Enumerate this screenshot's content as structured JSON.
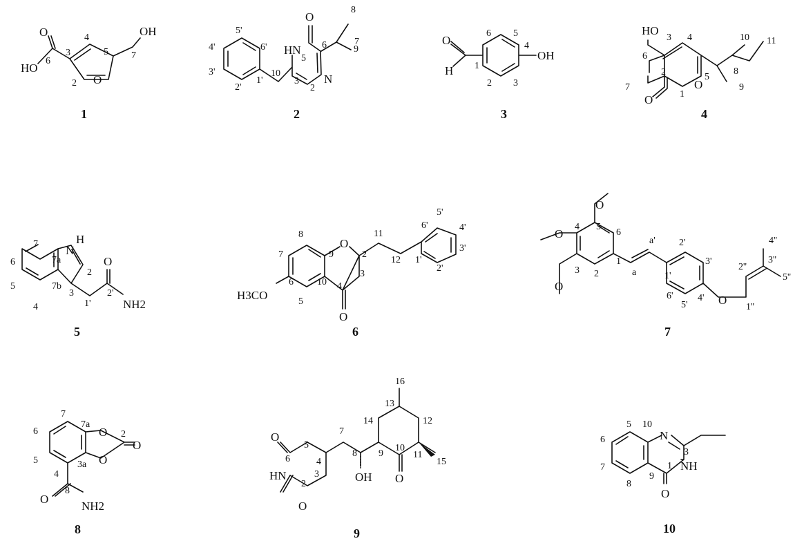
{
  "compounds": [
    {
      "number": "1",
      "atoms": [
        "HO",
        "O",
        "OH",
        "O"
      ],
      "positions": [
        "6",
        "3",
        "4",
        "5",
        "2",
        "7"
      ]
    },
    {
      "number": "2",
      "atoms": [
        "O",
        "HN",
        "N"
      ],
      "positions": [
        "5'",
        "4'",
        "6'",
        "3'",
        "2'",
        "1'",
        "10",
        "3",
        "5",
        "6",
        "7",
        "8",
        "9",
        "2"
      ]
    },
    {
      "number": "3",
      "atoms": [
        "O",
        "H",
        "OH"
      ],
      "positions": [
        "6",
        "5",
        "4",
        "1",
        "2",
        "3"
      ]
    },
    {
      "number": "4",
      "atoms": [
        "HO",
        "O",
        "O"
      ],
      "positions": [
        "3",
        "4",
        "10",
        "11",
        "6",
        "2",
        "5",
        "8",
        "7",
        "1",
        "9"
      ]
    },
    {
      "number": "5",
      "atoms": [
        "H",
        "N",
        "O",
        "NH2"
      ],
      "positions": [
        "7",
        "7a",
        "6",
        "2",
        "5",
        "7b",
        "3",
        "1'",
        "2'",
        "4"
      ]
    },
    {
      "number": "6",
      "atoms": [
        "O",
        "H3CO",
        "O"
      ],
      "positions": [
        "8",
        "9",
        "2",
        "11",
        "7",
        "12",
        "1'",
        "6'",
        "5'",
        "4'",
        "3'",
        "2'",
        "6",
        "10",
        "5",
        "4",
        "3"
      ]
    },
    {
      "number": "7",
      "atoms": [
        "O",
        "O",
        "O",
        "O"
      ],
      "positions": [
        "5",
        "4",
        "6",
        "3",
        "2",
        "1",
        "a",
        "a'",
        "1'",
        "2'",
        "3'",
        "4'",
        "5'",
        "6'",
        "1''",
        "2''",
        "3''",
        "4''",
        "5''"
      ]
    },
    {
      "number": "8",
      "atoms": [
        "O",
        "O",
        "O",
        "O",
        "NH2"
      ],
      "positions": [
        "7",
        "7a",
        "6",
        "2",
        "5",
        "3a",
        "4",
        "8"
      ]
    },
    {
      "number": "9",
      "atoms": [
        "O",
        "HN",
        "O",
        "OH",
        "O"
      ],
      "positions": [
        "16",
        "13",
        "14",
        "12",
        "7",
        "5",
        "4",
        "8",
        "9",
        "10",
        "11",
        "15",
        "6",
        "3",
        "2"
      ]
    },
    {
      "number": "10",
      "atoms": [
        "N",
        "NH",
        "O"
      ],
      "positions": [
        "5",
        "10",
        "3",
        "6",
        "7",
        "9",
        "1",
        "8"
      ]
    }
  ]
}
